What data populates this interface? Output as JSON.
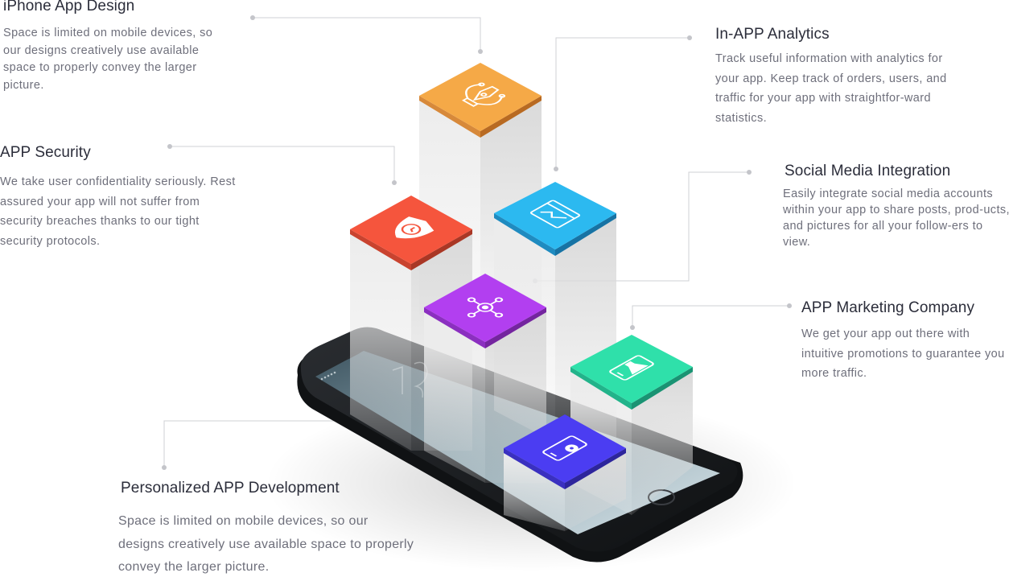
{
  "features": {
    "iphone_design": {
      "title": "iPhone App Design",
      "description": "Space is limited on mobile devices, so our designs creatively use available space to properly convey the larger picture."
    },
    "app_security": {
      "title": "APP Security",
      "description": "We take user confidentiality seriously. Rest assured your app will not suffer from security breaches thanks to our tight security protocols."
    },
    "in_app_analytics": {
      "title": "In-APP Analytics",
      "description": "Track useful information with analytics for your app. Keep track of orders, users, and traffic for your app with straightfor-ward statistics."
    },
    "social_media": {
      "title": "Social Media Integration",
      "description": "Easily integrate social media accounts within your app to share posts, prod-ucts, and pictures for all your follow-ers to view."
    },
    "app_marketing": {
      "title": "APP Marketing Company",
      "description": "We get your app out there with intuitive promotions to guarantee you more traffic."
    },
    "personalized_dev": {
      "title": "Personalized APP Development",
      "description": "Space is limited on mobile devices, so our designs creatively use available space to properly convey the larger picture."
    }
  },
  "tile_colors": {
    "design": "#f5a947",
    "security": "#f5553d",
    "analytics": "#2cb9f0",
    "social": "#b23ff0",
    "marketing": "#2fe0aa",
    "development": "#4b3df2"
  },
  "icons": {
    "design": "pen-tool-icon",
    "security": "shield-clock-icon",
    "analytics": "browser-chart-icon",
    "social": "network-hub-icon",
    "marketing": "phone-megaphone-icon",
    "development": "phone-gear-icon"
  }
}
